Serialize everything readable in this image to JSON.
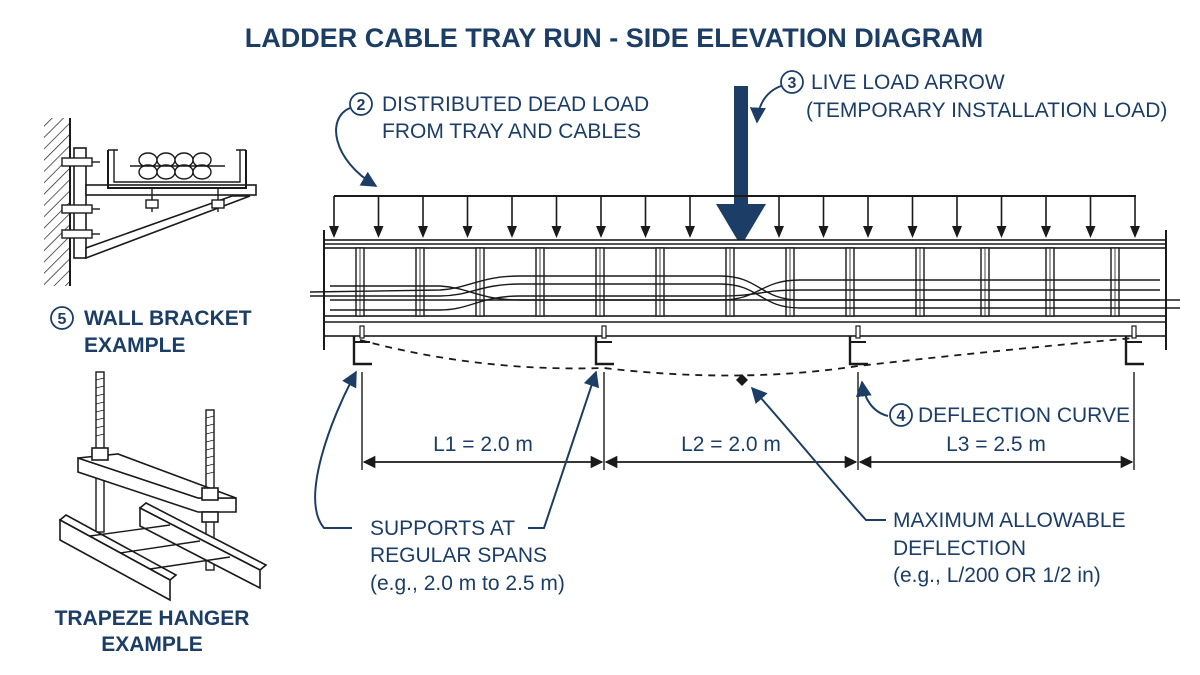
{
  "title": "LADDER CABLE TRAY RUN - SIDE ELEVATION DIAGRAM",
  "callouts": {
    "dead_load": {
      "number": "2",
      "line1": "DISTRIBUTED DEAD LOAD",
      "line2": "FROM TRAY AND CABLES"
    },
    "live_load": {
      "number": "3",
      "line1": "LIVE LOAD ARROW",
      "line2": "(TEMPORARY INSTALLATION LOAD)"
    },
    "deflection": {
      "number": "4",
      "text": "DEFLECTION CURVE"
    },
    "wall_bracket": {
      "number": "5",
      "line1": "WALL BRACKET",
      "line2": "EXAMPLE"
    },
    "trapeze": {
      "line1": "TRAPEZE HANGER",
      "line2": "EXAMPLE"
    },
    "supports": {
      "line1": "SUPPORTS AT",
      "line2": "REGULAR SPANS",
      "line3": "(e.g., 2.0 m to 2.5 m)"
    },
    "max_deflection": {
      "line1": "MAXIMUM ALLOWABLE",
      "line2": "DEFLECTION",
      "line3": "(e.g., L/200 OR 1/2 in)"
    }
  },
  "spans": [
    {
      "label": "L1 = 2.0 m"
    },
    {
      "label": "L2 = 2.0 m"
    },
    {
      "label": "L3 = 2.5 m"
    }
  ],
  "colors": {
    "label": "#1c3d66",
    "ink": "#1a1a1a"
  }
}
